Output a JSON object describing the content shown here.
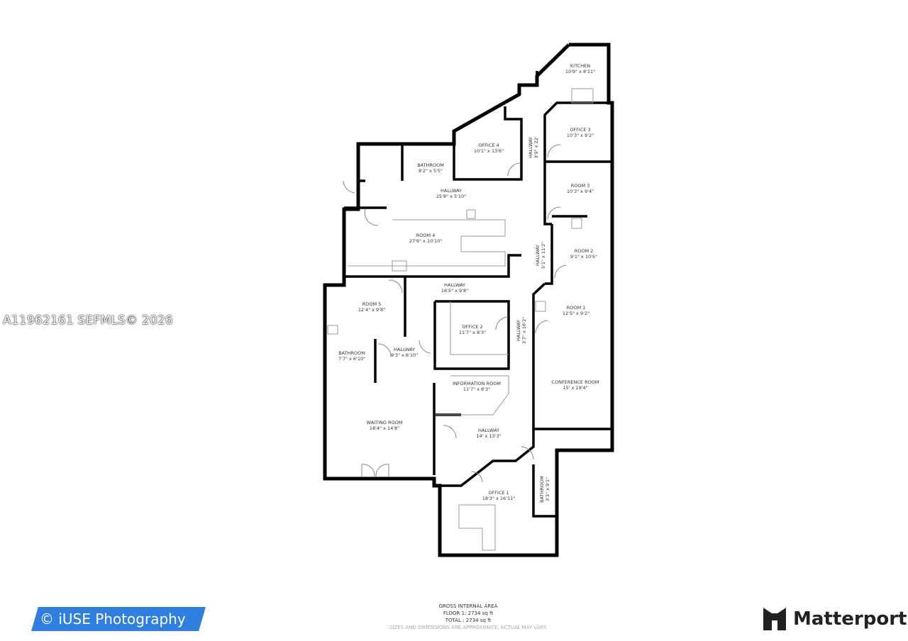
{
  "rooms": [
    {
      "name": "KITCHEN",
      "dims": "10'9\" x 8'11\""
    },
    {
      "name": "OFFICE 4",
      "dims": "10'1\" x 13'6\""
    },
    {
      "name": "BATHROOM",
      "dims": "8'2\" x 5'5\""
    },
    {
      "name": "HALLWAY",
      "dims": "3'9\" x 22'"
    },
    {
      "name": "OFFICE 3",
      "dims": "10'3\" x 9'2\""
    },
    {
      "name": "HALLWAY",
      "dims": "25'8\" x 5'10\""
    },
    {
      "name": "ROOM 3",
      "dims": "10'3\" x 9'4\""
    },
    {
      "name": "ROOM 4",
      "dims": "27'9\" x 10'10\""
    },
    {
      "name": "HALLWAY",
      "dims": "5'1\" x 11'2\""
    },
    {
      "name": "ROOM 2",
      "dims": "9'1\" x 10'5\""
    },
    {
      "name": "HALLWAY",
      "dims": "16'5\" x 9'8\""
    },
    {
      "name": "ROOM 5",
      "dims": "12'4\" x 9'8\""
    },
    {
      "name": "ROOM 1",
      "dims": "12'5\" x 9'2\""
    },
    {
      "name": "OFFICE 2",
      "dims": "11'7\" x 8'3\""
    },
    {
      "name": "HALLWAY",
      "dims": "3'7\" x 16'2\""
    },
    {
      "name": "BATHROOM",
      "dims": "7'7\" x 6'10\""
    },
    {
      "name": "HALLWAY",
      "dims": "9'3\" x 6'10\""
    },
    {
      "name": "INFORMATION ROOM",
      "dims": "11'7\" x 8'3\""
    },
    {
      "name": "CONFERENCE ROOM",
      "dims": "15' x 19'4\""
    },
    {
      "name": "WAITING ROOM",
      "dims": "18'4\" x 14'8\""
    },
    {
      "name": "HALLWAY",
      "dims": "14' x 13'3\""
    },
    {
      "name": "OFFICE 1",
      "dims": "18'3\" x 16'11\""
    },
    {
      "name": "BATHROOM",
      "dims": "3'3\" x 9'1\""
    }
  ],
  "area": {
    "title": "GROSS INTERNAL AREA",
    "floor": "FLOOR 1: 2734 sq ft",
    "total": "TOTAL : 2734 sq ft",
    "note": "SIZES AND DIMENSIONS ARE APPROXIMATE, ACTUAL MAY VARY."
  },
  "watermark": "A11962161   SEFMLS© 2026",
  "photographer": "© iUSE Photography",
  "brand": "Matterport",
  "colors": {
    "wall": "#000000",
    "banner": "#2f7fe0"
  }
}
